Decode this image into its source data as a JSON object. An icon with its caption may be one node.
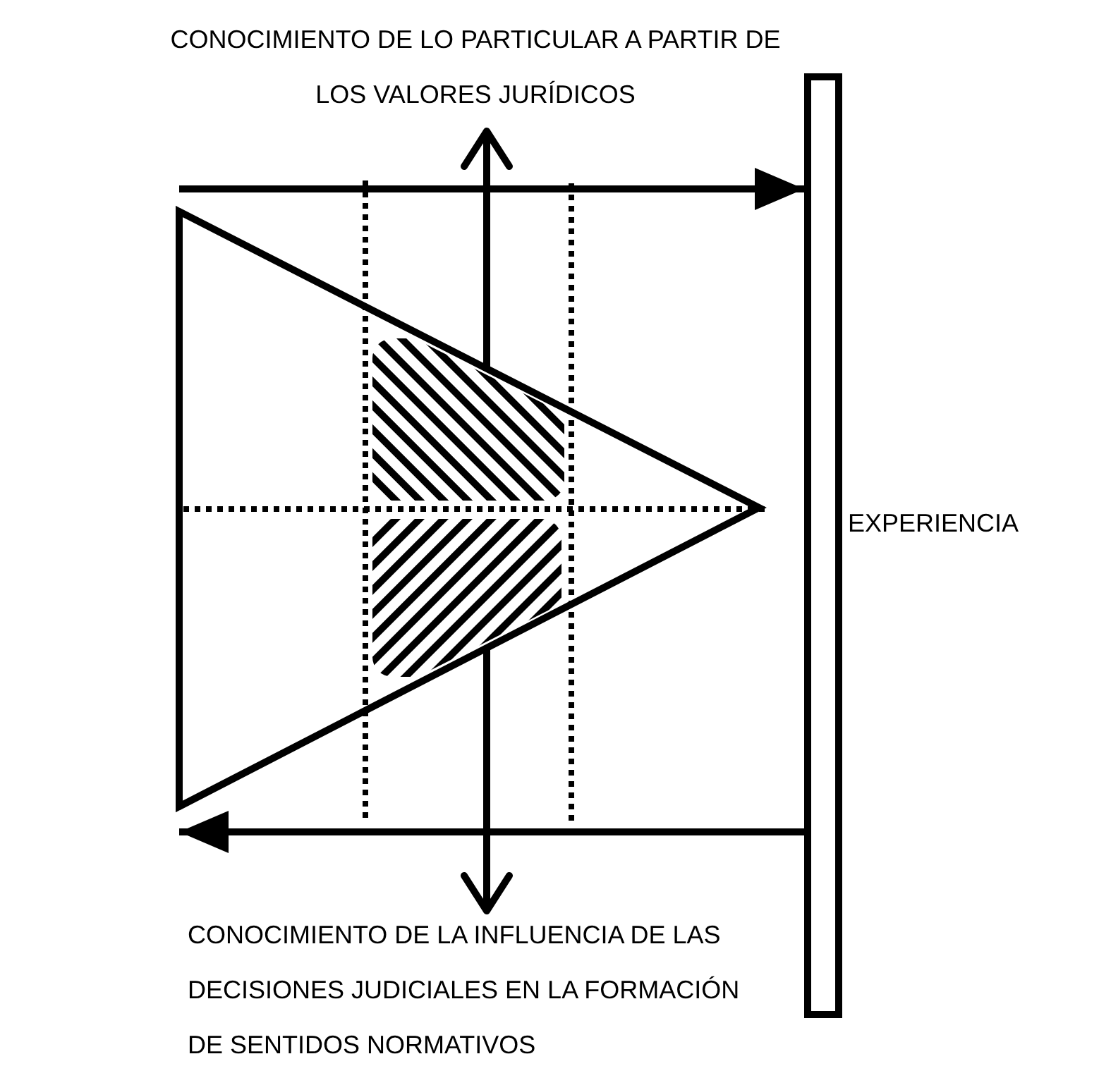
{
  "diagram": {
    "nodes": [
      {
        "text": [
          "CONOCIMIENTO DE LO PARTICULAR A PARTIR DE LOS VALORES JURÍDICOS"
        ]
      },
      {
        "text": [
          "CONOCIMIENTO DE LA INFLUENCIA DE LAS DECISIONES JUDICIALES EN LA FORMACIÓN DE SENTIDOS NORMATIVOS"
        ]
      },
      {
        "text": [],
        "shape": "bar",
        "beside": [
          "EXPERIENCIA"
        ]
      },
      {
        "text": [],
        "shape": "box"
      },
      {
        "text": [],
        "shape": "box"
      }
    ],
    "edges": [
      {
        "from": null,
        "to": 2,
        "arrow": "to"
      },
      {
        "from": 2,
        "to": null,
        "arrow": "to"
      },
      {
        "from": 3,
        "to": 0,
        "arrow": "to"
      },
      {
        "from": 4,
        "to": 1,
        "arrow": "to"
      }
    ]
  }
}
